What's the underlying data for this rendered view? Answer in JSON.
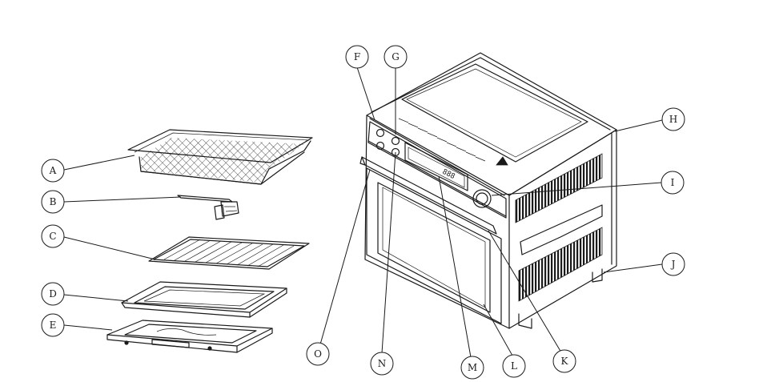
{
  "callouts": {
    "A": "A",
    "B": "B",
    "C": "C",
    "D": "D",
    "E": "E",
    "F": "F",
    "G": "G",
    "H": "H",
    "I": "I",
    "J": "J",
    "K": "K",
    "L": "L",
    "M": "M",
    "N": "N",
    "O": "O"
  }
}
